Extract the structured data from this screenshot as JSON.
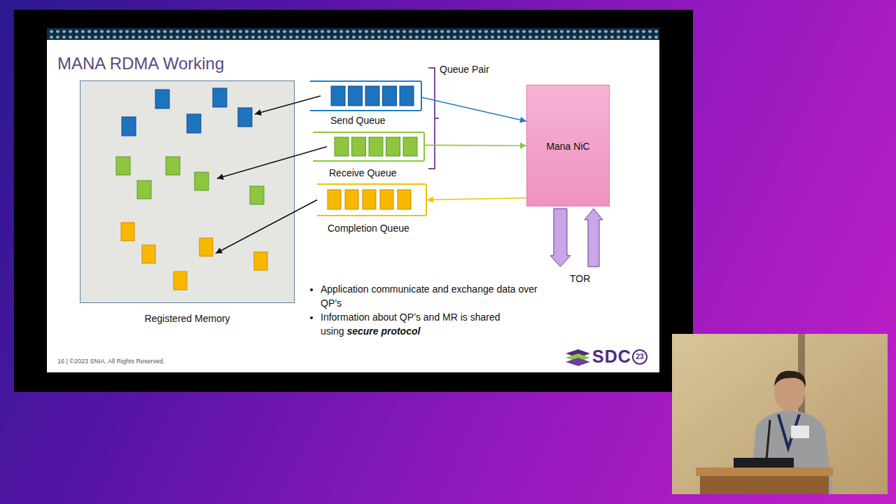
{
  "diagram": {
    "title": "MANA RDMA Working",
    "nodes": [
      {
        "text": [
          "Registered Memory"
        ]
      },
      {
        "text": [
          "Send Queue"
        ]
      },
      {
        "text": [
          "Receive Queue"
        ]
      },
      {
        "text": [
          "Completion Queue"
        ]
      },
      {
        "text": [
          "Mana NiC"
        ]
      }
    ],
    "edges": [
      {
        "from": 1,
        "to": 4,
        "arrow": "to"
      },
      {
        "from": 2,
        "to": 4,
        "arrow": "to"
      },
      {
        "from": 4,
        "to": 3,
        "arrow": "to"
      },
      {
        "from": 1,
        "to": 0,
        "arrow": "to"
      },
      {
        "from": 2,
        "to": 0,
        "arrow": "to"
      },
      {
        "from": 3,
        "to": 0,
        "arrow": "to"
      }
    ],
    "labels": [
      "Queue Pair",
      "TOR",
      "Application communicate and exchange data over QP’s",
      "Information about QP’s and MR is shared using",
      "secure protocol",
      "16 | ©2023 SNIA. All Rights Reserved.",
      "SDC",
      "23"
    ]
  }
}
